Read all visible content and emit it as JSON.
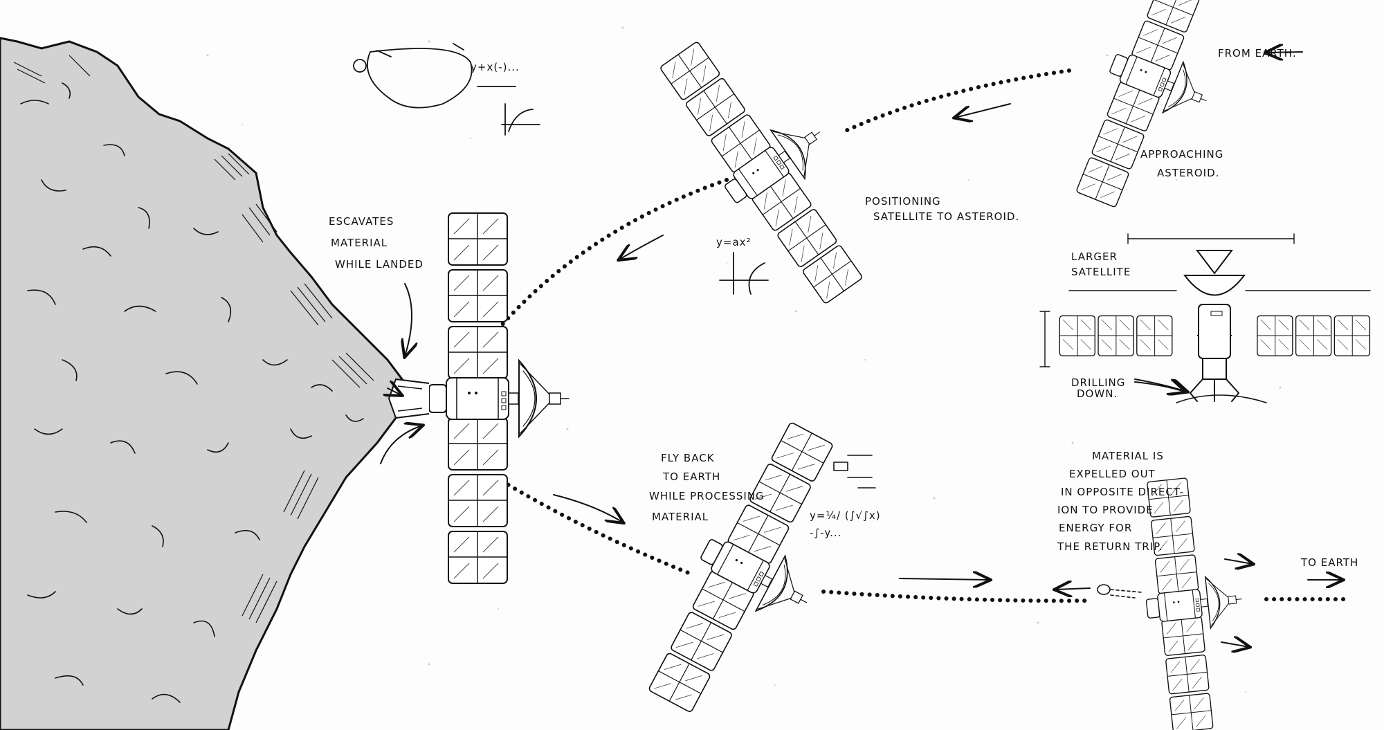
{
  "labels": {
    "from_earth": "FROM EARTH.",
    "approaching": [
      "APPROACHING",
      "ASTEROID."
    ],
    "positioning": [
      "POSITIONING",
      "SATELLITE TO ASTEROID."
    ],
    "larger_satellite": [
      "LARGER",
      "SATELLITE"
    ],
    "drilling_down": [
      "DRILLING",
      "DOWN."
    ],
    "excavates": [
      "ESCAVATES",
      "MATERIAL",
      "WHILE LANDED"
    ],
    "fly_back": [
      "FLY BACK",
      "TO EARTH",
      "WHILE PROCESSING",
      "MATERIAL"
    ],
    "expelled": [
      "MATERIAL IS",
      "EXPELLED OUT",
      "IN OPPOSITE DIRECT-",
      "ION TO PROVIDE",
      "ENERGY FOR",
      "THE RETURN TRIP."
    ],
    "to_earth": "TO EARTH"
  },
  "colors": {
    "ink": "#111111",
    "asteroid": "#d2d2d2",
    "paper": "#fdfdfd"
  }
}
